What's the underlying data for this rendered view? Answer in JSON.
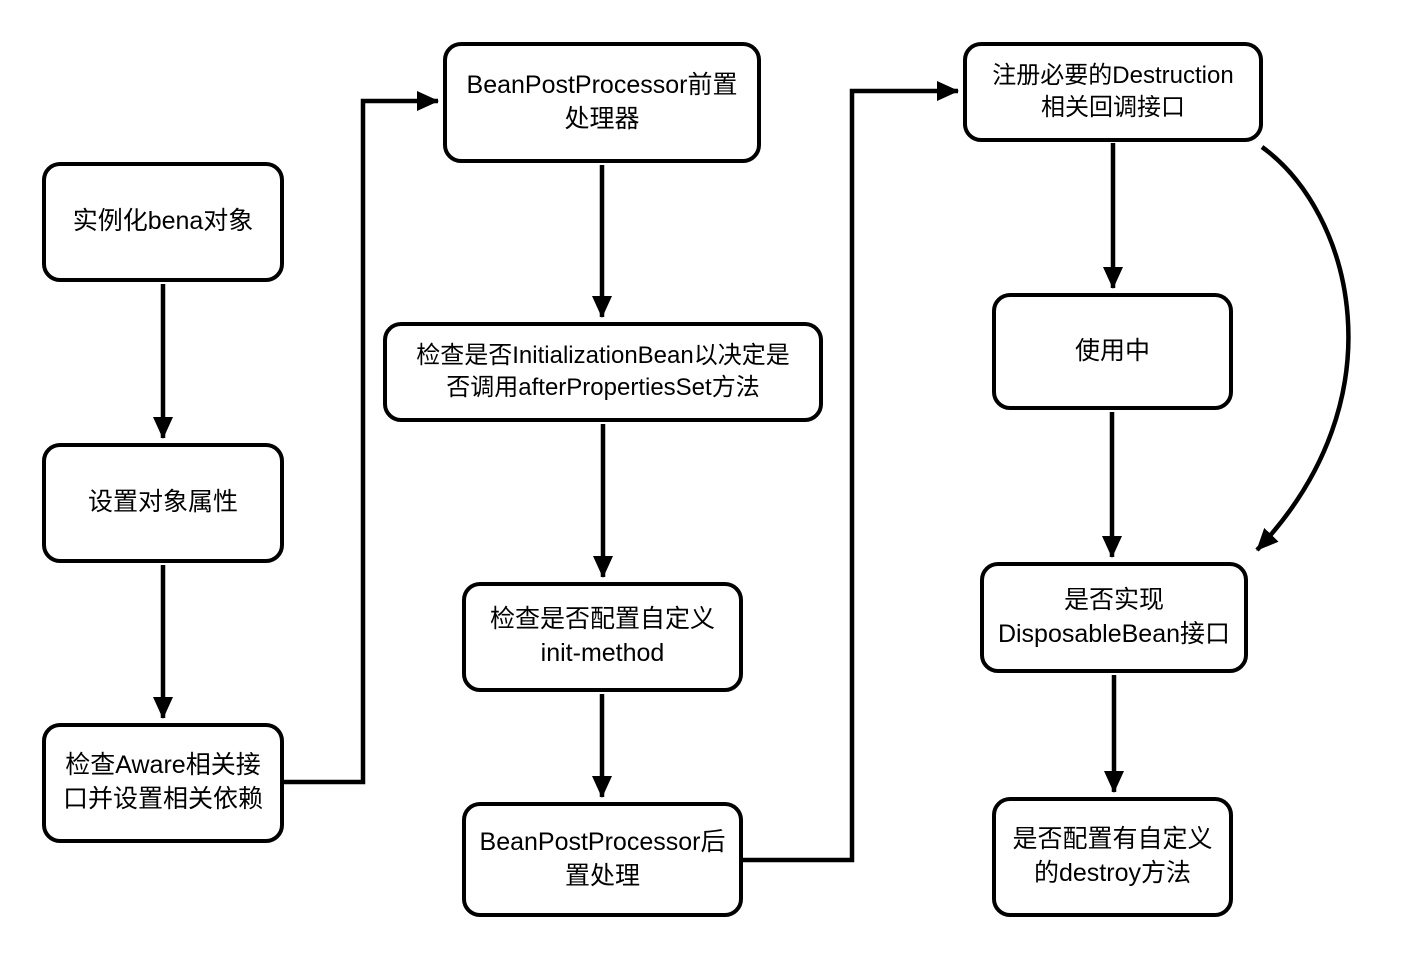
{
  "diagram": {
    "type": "flowchart",
    "colors": {
      "stroke": "#000000",
      "background": "#ffffff",
      "text": "#000000"
    }
  },
  "nodes": [
    {
      "id": "instantiate-bean",
      "label": "实例化bena对象"
    },
    {
      "id": "set-properties",
      "label": "设置对象属性"
    },
    {
      "id": "check-aware",
      "label": "检查Aware相关接\n口并设置相关依赖"
    },
    {
      "id": "bpp-before",
      "label": "BeanPostProcessor前置\n处理器"
    },
    {
      "id": "check-initialization-bean",
      "label": "检查是否InitializationBean以决定是\n否调用afterPropertiesSet方法"
    },
    {
      "id": "check-init-method",
      "label": "检查是否配置自定义\ninit-method"
    },
    {
      "id": "bpp-after",
      "label": "BeanPostProcessor后\n置处理"
    },
    {
      "id": "register-destruction",
      "label": "注册必要的Destruction\n相关回调接口"
    },
    {
      "id": "in-use",
      "label": "使用中"
    },
    {
      "id": "check-disposable-bean",
      "label": "是否实现\nDisposableBean接口"
    },
    {
      "id": "check-destroy-method",
      "label": "是否配置有自定义\n的destroy方法"
    }
  ],
  "edges": [
    {
      "from": "instantiate-bean",
      "to": "set-properties",
      "style": "straight"
    },
    {
      "from": "set-properties",
      "to": "check-aware",
      "style": "straight"
    },
    {
      "from": "check-aware",
      "to": "bpp-before",
      "style": "elbow"
    },
    {
      "from": "bpp-before",
      "to": "check-initialization-bean",
      "style": "straight"
    },
    {
      "from": "check-initialization-bean",
      "to": "check-init-method",
      "style": "straight"
    },
    {
      "from": "check-init-method",
      "to": "bpp-after",
      "style": "straight"
    },
    {
      "from": "bpp-after",
      "to": "register-destruction",
      "style": "elbow"
    },
    {
      "from": "register-destruction",
      "to": "in-use",
      "style": "straight"
    },
    {
      "from": "in-use",
      "to": "check-disposable-bean",
      "style": "straight"
    },
    {
      "from": "register-destruction",
      "to": "check-disposable-bean",
      "style": "curved"
    },
    {
      "from": "check-disposable-bean",
      "to": "check-destroy-method",
      "style": "straight"
    }
  ]
}
